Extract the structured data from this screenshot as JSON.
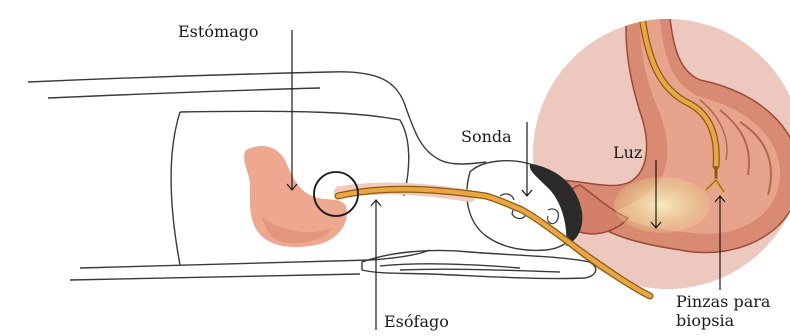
{
  "labels": {
    "estomago": "Estómago",
    "sonda": "Sonda",
    "luz": "Luz",
    "esofago": "Esófago",
    "pinzas_line1": "Pinzas para",
    "pinzas_line2": "biopsia"
  },
  "colors": {
    "outline": "#3a3a3a",
    "stomach": "#eea88f",
    "stomach_dark": "#c6755d",
    "zoom_circle": "#ecc8be",
    "tube": "#e8a743",
    "tube_edge": "#8a5a14",
    "light": "#f1e2a0",
    "hair": "#2a2a2a"
  }
}
